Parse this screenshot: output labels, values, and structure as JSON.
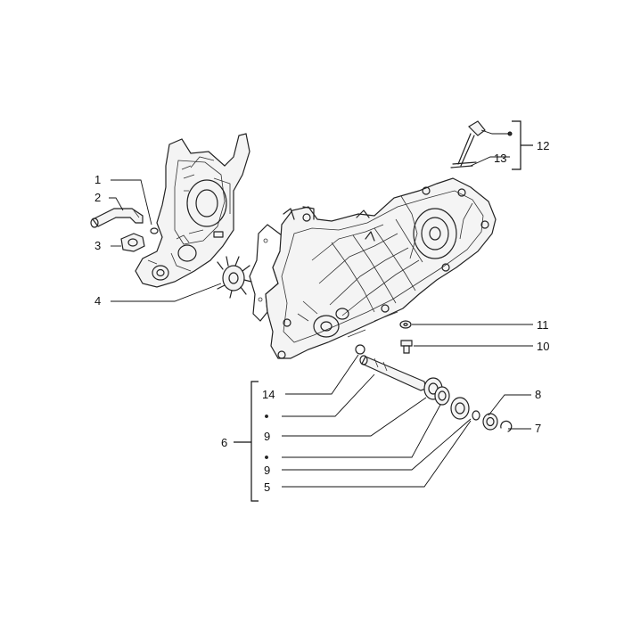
{
  "labels": {
    "l1": "1",
    "l2": "2",
    "l3": "3",
    "l4": "4",
    "l5": "5",
    "l6": "6",
    "l7": "7",
    "l8": "8",
    "l9a": "9",
    "l9b": "9",
    "l10": "10",
    "l11": "11",
    "l12": "12",
    "l13": "13",
    "l14": "14"
  }
}
